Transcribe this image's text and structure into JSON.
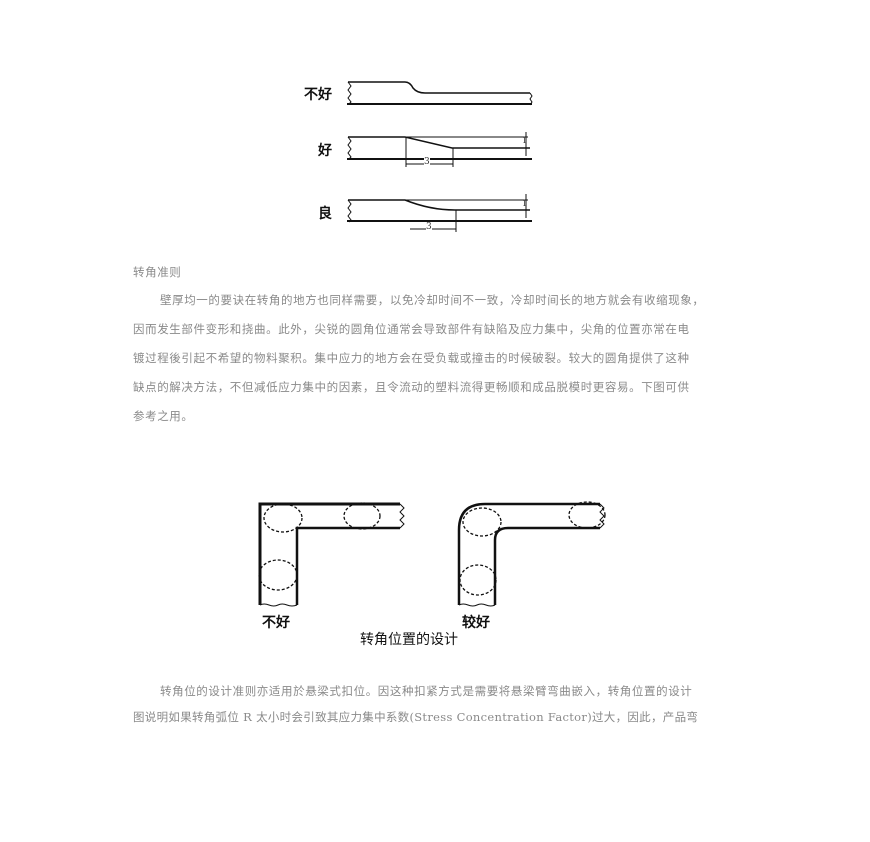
{
  "figure1": {
    "labels": {
      "bad": "不好",
      "good": "好",
      "fair": "良"
    },
    "dimension": "3",
    "unit": "1"
  },
  "section_heading": "转角准则",
  "paragraph1_lines": [
    "壁厚均一的要诀在转角的地方也同样需要，以免冷却时间不一致，冷却时间长的地方就会有收缩现象，",
    "因而发生部件变形和挠曲。此外，尖锐的圆角位通常会导致部件有缺陷及应力集中，尖角的位置亦常在电",
    "镀过程後引起不希望的物料聚积。集中应力的地方会在受负载或撞击的时候破裂。较大的圆角提供了这种",
    "缺点的解决方法，不但减低应力集中的因素，且令流动的塑料流得更畅顺和成品脱模时更容易。下图可供",
    "参考之用。"
  ],
  "figure2": {
    "label_bad": "不好",
    "label_better": "较好",
    "caption": "转角位置的设计"
  },
  "paragraph2_lines": [
    "转角位的设计准则亦适用於悬梁式扣位。因这种扣紧方式是需要将悬梁臂弯曲嵌入，转角位置的设计",
    "图说明如果转角弧位 R 太小时会引致其应力集中系数(Stress Concentration Factor)过大，因此，产品弯"
  ]
}
